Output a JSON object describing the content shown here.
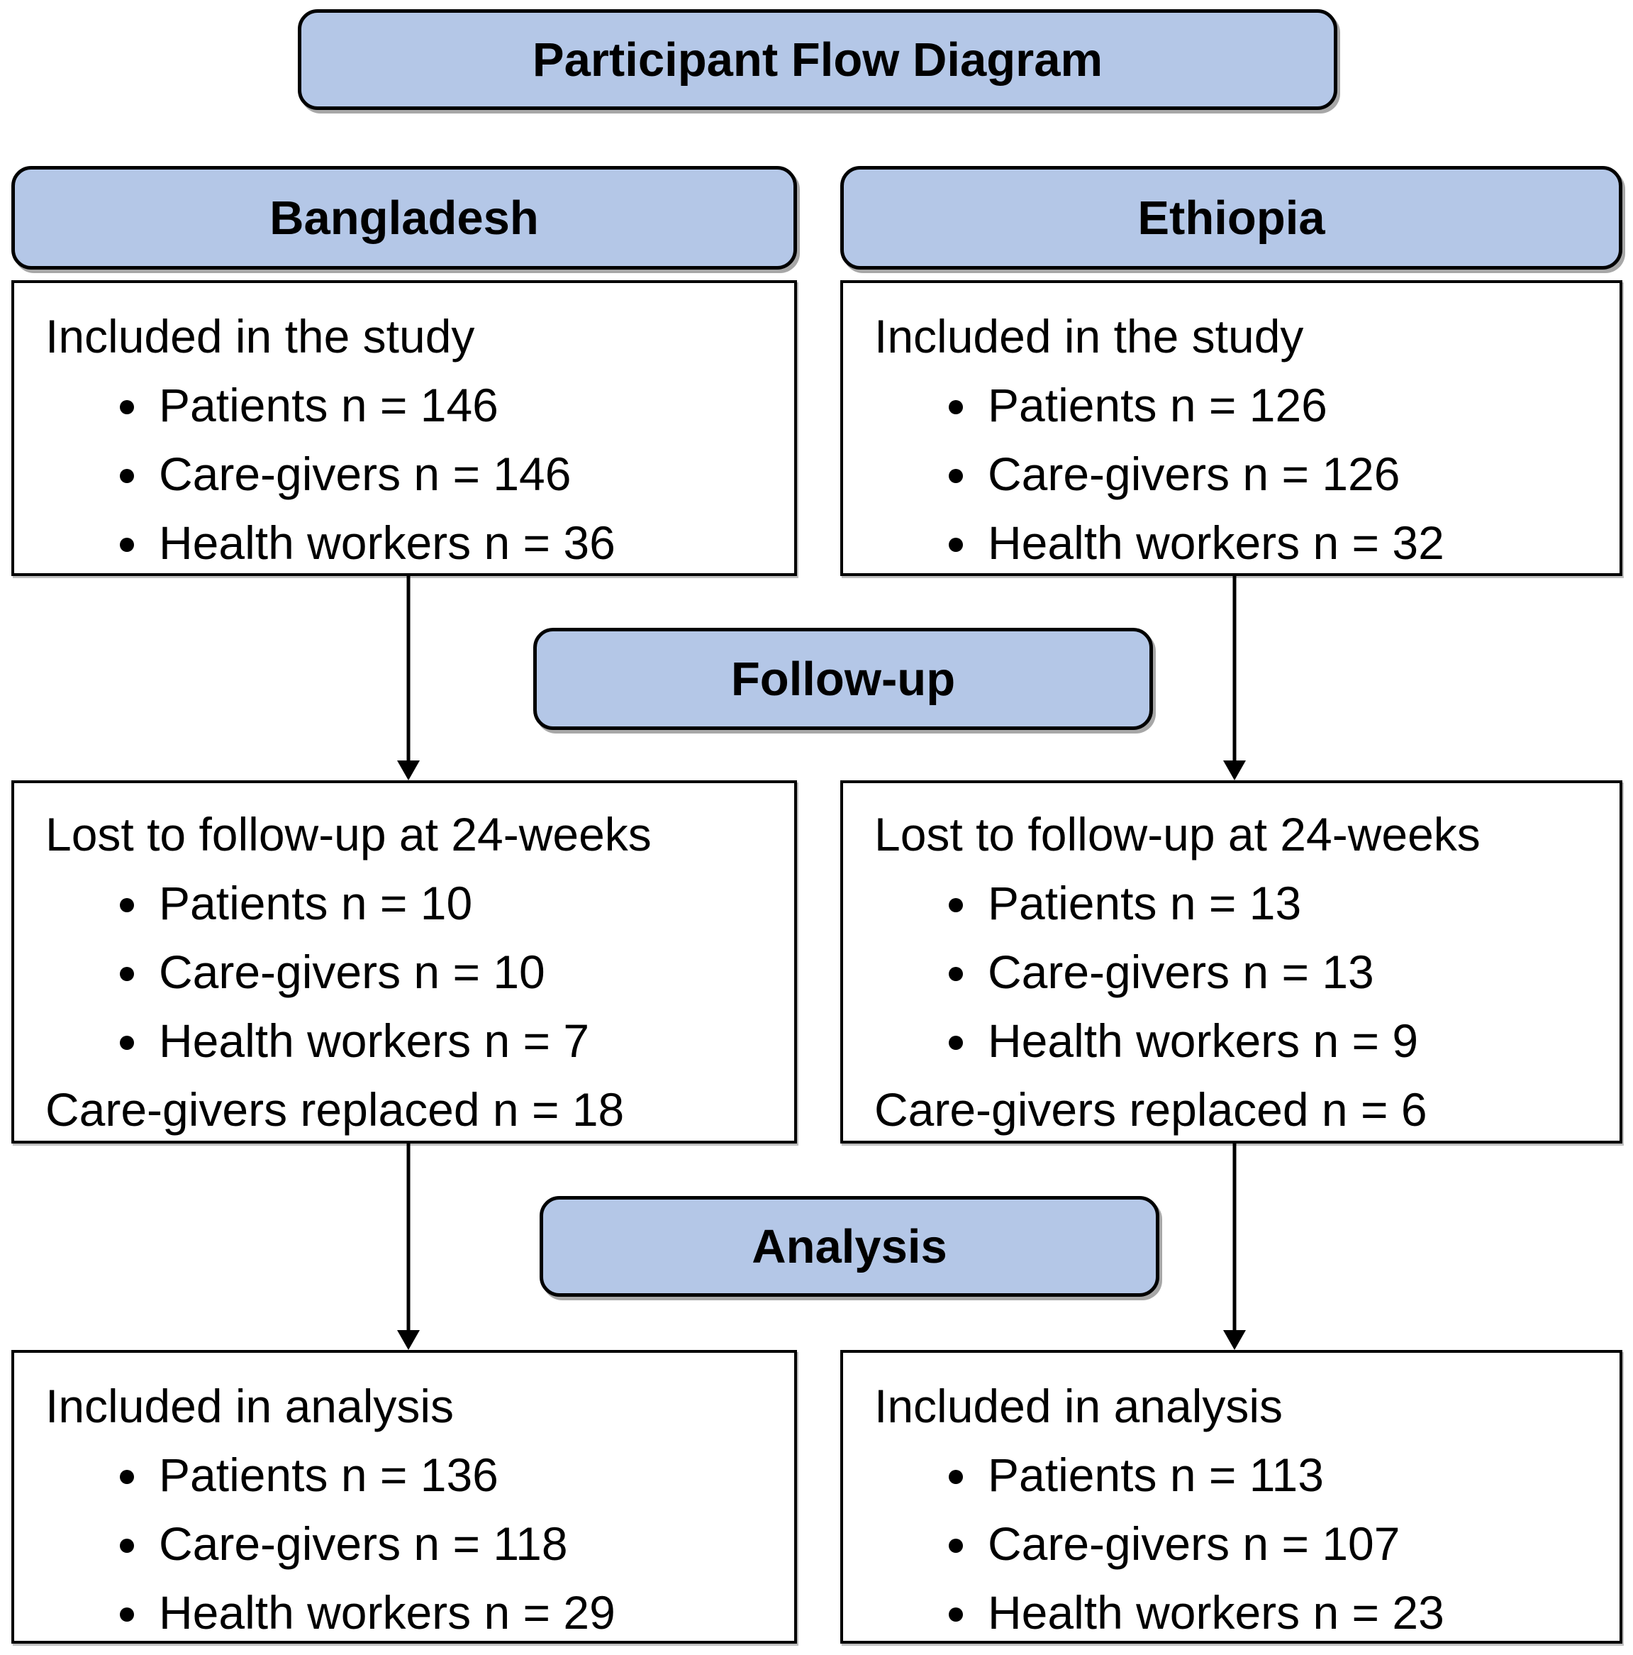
{
  "title": "Participant Flow Diagram",
  "stages": {
    "followup": "Follow-up",
    "analysis": "Analysis"
  },
  "columns": [
    {
      "name": "Bangladesh",
      "included": {
        "heading": "Included in the study",
        "items": [
          "Patients n = 146",
          "Care-givers n = 146",
          "Health workers n = 36"
        ]
      },
      "lost": {
        "heading": "Lost to follow-up at 24-weeks",
        "items": [
          "Patients n = 10",
          "Care-givers n = 10",
          "Health workers n = 7"
        ],
        "note": "Care-givers replaced n = 18"
      },
      "analysis": {
        "heading": "Included in analysis",
        "items": [
          "Patients n = 136",
          "Care-givers n = 118",
          "Health workers n = 29"
        ]
      }
    },
    {
      "name": "Ethiopia",
      "included": {
        "heading": "Included in the study",
        "items": [
          "Patients n = 126",
          "Care-givers n = 126",
          "Health workers n = 32"
        ]
      },
      "lost": {
        "heading": "Lost to follow-up at 24-weeks",
        "items": [
          "Patients n = 13",
          "Care-givers n = 13",
          "Health workers n = 9"
        ],
        "note": "Care-givers replaced n = 6"
      },
      "analysis": {
        "heading": "Included in analysis",
        "items": [
          "Patients n = 113",
          "Care-givers n = 107",
          "Health workers n = 23"
        ]
      }
    }
  ],
  "colors": {
    "box_fill": "#b4c7e7",
    "border": "#000000",
    "text": "#000000",
    "background": "#ffffff"
  }
}
